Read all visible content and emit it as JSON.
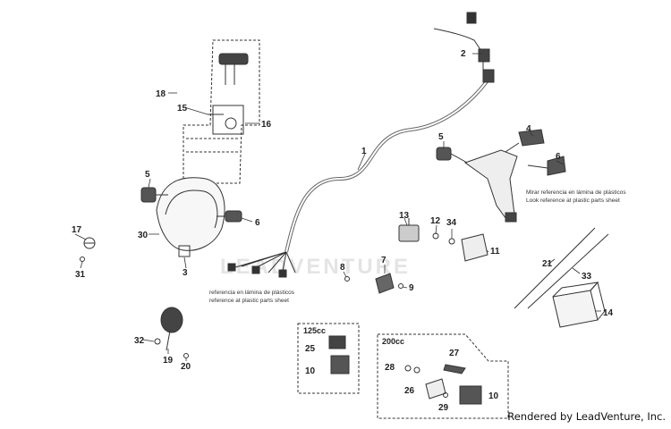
{
  "callouts": {
    "c1": "1",
    "c2": "2",
    "c3": "3",
    "c4": "4",
    "c5a": "5",
    "c5b": "5",
    "c6a": "6",
    "c6b": "6",
    "c7": "7",
    "c8": "8",
    "c9": "9",
    "c10a": "10",
    "c10b": "10",
    "c11": "11",
    "c12": "12",
    "c13": "13",
    "c14": "14",
    "c15": "15",
    "c16": "16",
    "c17": "17",
    "c18": "18",
    "c19": "19",
    "c20": "20",
    "c21": "21",
    "c25": "25",
    "c26": "26",
    "c27": "27",
    "c28": "28",
    "c29": "29",
    "c30": "30",
    "c31": "31",
    "c32": "32",
    "c33": "33",
    "c34": "34"
  },
  "notes": {
    "left_line1": "referencia en lámina de plásticos",
    "left_line2": "reference at plastic parts sheet",
    "right_line1": "Mirar referencia en lámina de plásticos",
    "right_line2": "Look reference at plastic parts sheet"
  },
  "boxes": {
    "box125": "125cc",
    "box200": "200cc"
  },
  "watermark": "LEADVENTURE",
  "credit": "Rendered by LeadVenture, Inc.",
  "colors": {
    "line": "#333333",
    "part": "#555555",
    "dark": "#2a2a2a",
    "watermark": "#e4e4e4"
  }
}
